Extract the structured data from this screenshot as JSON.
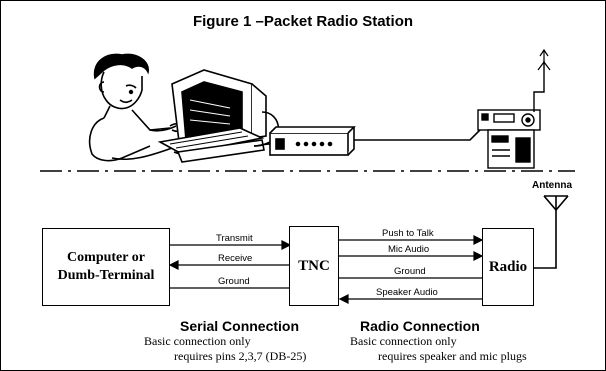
{
  "title": "Figure 1 –Packet Radio Station",
  "boxes": {
    "computer": [
      "Computer or",
      "Dumb-Terminal"
    ],
    "tnc": "TNC",
    "radio": "Radio"
  },
  "antenna_label": "Antenna",
  "serial_lines": {
    "transmit": "Transmit",
    "receive": "Receive",
    "ground": "Ground"
  },
  "radio_lines": {
    "push_to_talk": "Push to Talk",
    "mic_audio": "Mic Audio",
    "ground": "Ground",
    "speaker_audio": "Speaker Audio"
  },
  "serial_connection": {
    "title": "Serial Connection",
    "line1": "Basic connection only",
    "line2": "requires pins 2,3,7 (DB-25)"
  },
  "radio_connection": {
    "title": "Radio Connection",
    "line1": "Basic connection only",
    "line2": "requires speaker and mic plugs"
  }
}
